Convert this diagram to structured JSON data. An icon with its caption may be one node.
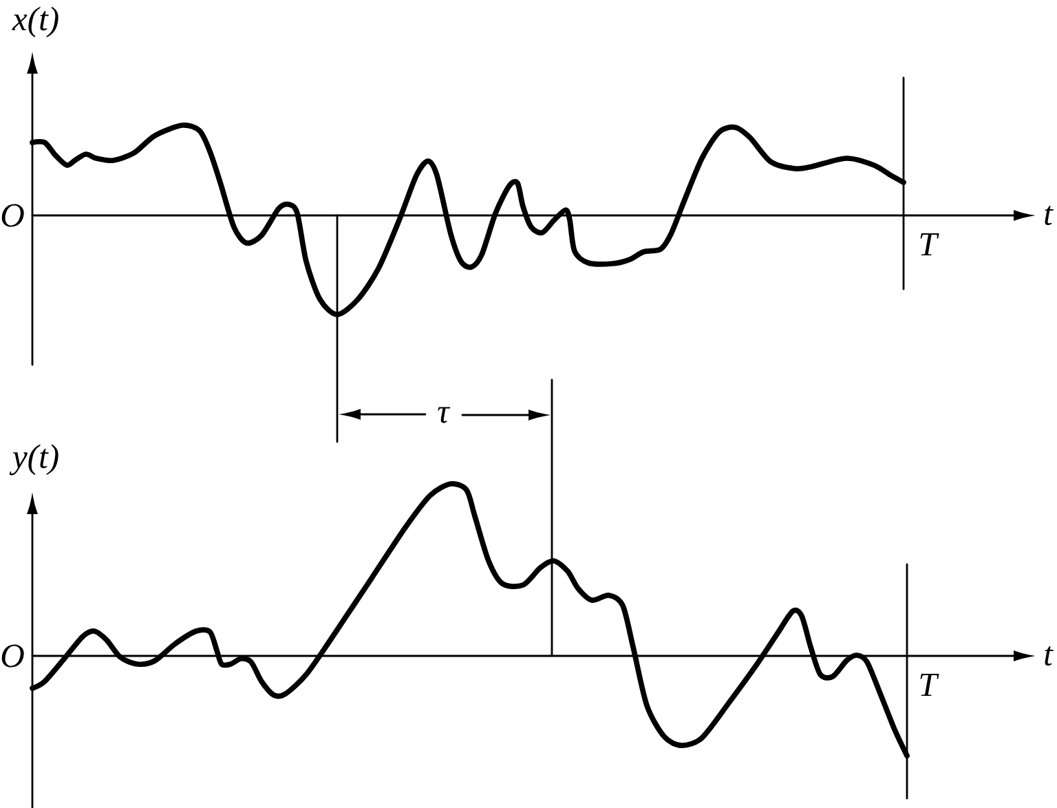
{
  "diagram": {
    "labels": [
      "*x*(*t*)",
      "O",
      "t",
      "T",
      "τ",
      "*y*(*t*)",
      "O",
      "t",
      "T"
    ]
  }
}
